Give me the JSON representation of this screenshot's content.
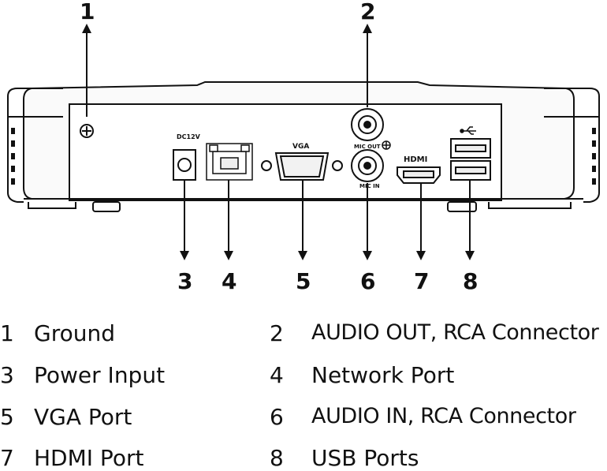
{
  "diagram": {
    "callouts": [
      {
        "number": "1",
        "name": "Ground"
      },
      {
        "number": "2",
        "name": "AUDIO OUT, RCA Connector"
      },
      {
        "number": "3",
        "name": "Power Input"
      },
      {
        "number": "4",
        "name": "Network Port"
      },
      {
        "number": "5",
        "name": "VGA Port"
      },
      {
        "number": "6",
        "name": "AUDIO IN, RCA Connector"
      },
      {
        "number": "7",
        "name": "HDMI Port"
      },
      {
        "number": "8",
        "name": "USB Ports"
      }
    ],
    "panel_labels": {
      "dc": "DC12V",
      "vga": "VGA",
      "mic_out": "MIC OUT",
      "mic_in": "MIC IN",
      "hdmi": "HDMI"
    }
  }
}
